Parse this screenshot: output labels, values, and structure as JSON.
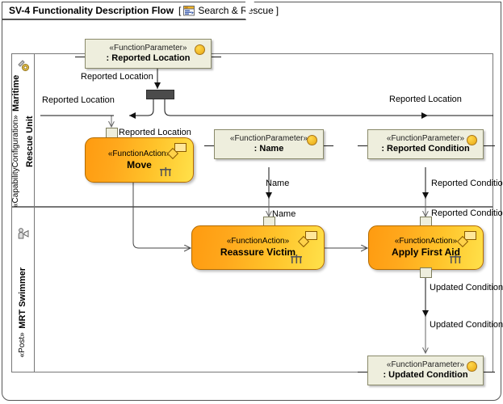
{
  "frame": {
    "title": "SV-4 Functionality Description Flow",
    "bracket_open": "[",
    "context": "Search & Rescue",
    "bracket_close": "]",
    "context_icon": "diagram-context-icon"
  },
  "lanes": [
    {
      "id": "maritime-rescue-unit",
      "stereotype": "«CapabilityConfiguration»",
      "name": "Maritime Rescue Unit",
      "icon": "capability-configuration-icon"
    },
    {
      "id": "mrt-swimmer",
      "stereotype": "«Post»",
      "name": "MRT Swimmer",
      "icon": "post-person-icon"
    }
  ],
  "nodes": [
    {
      "id": "param-reported-location",
      "kind": "FunctionParameter",
      "stereotype": "«FunctionParameter»",
      "name": ": Reported Location",
      "badge": "yellow-ball-icon"
    },
    {
      "id": "action-move",
      "kind": "FunctionAction",
      "stereotype": "«FunctionAction»",
      "name": "Move"
    },
    {
      "id": "param-name",
      "kind": "FunctionParameter",
      "stereotype": "«FunctionParameter»",
      "name": ": Name",
      "badge": "yellow-ball-icon"
    },
    {
      "id": "param-reported-condition",
      "kind": "FunctionParameter",
      "stereotype": "«FunctionParameter»",
      "name": ": Reported Condition",
      "badge": "yellow-ball-icon"
    },
    {
      "id": "action-reassure-victim",
      "kind": "FunctionAction",
      "stereotype": "«FunctionAction»",
      "name": "Reassure Victim"
    },
    {
      "id": "action-apply-first-aid",
      "kind": "FunctionAction",
      "stereotype": "«FunctionAction»",
      "name": "Apply First Aid"
    },
    {
      "id": "param-updated-condition",
      "kind": "FunctionParameter",
      "stereotype": "«FunctionParameter»",
      "name": ": Updated Condition",
      "badge": "yellow-ball-icon"
    }
  ],
  "fork": {
    "id": "fork-node",
    "name": "fork-bar"
  },
  "edge_labels": {
    "reported_location_into_fork": "Reported Location",
    "reported_location_left": "Reported Location",
    "reported_location_move_pin": "Reported Location",
    "reported_location_right": "Reported Location",
    "name_from_param": "Name",
    "name_into_reassure": "Name",
    "reported_condition_from_param": "Reported Condition",
    "reported_condition_into_apply": "Reported Condition",
    "updated_condition_from_apply": "Updated Condition",
    "updated_condition_into_param": "Updated Condition"
  },
  "colors": {
    "action_fill_start": "#ff9b10",
    "action_fill_end": "#ffe14a",
    "action_border": "#b36b00",
    "parameter_fill": "#eeeedd",
    "parameter_border": "#8a8a6a",
    "fork_fill": "#4b4b4b",
    "lane_border": "#777777",
    "edge_color": "#1a1a1a",
    "badge_color": "#e8a713"
  }
}
